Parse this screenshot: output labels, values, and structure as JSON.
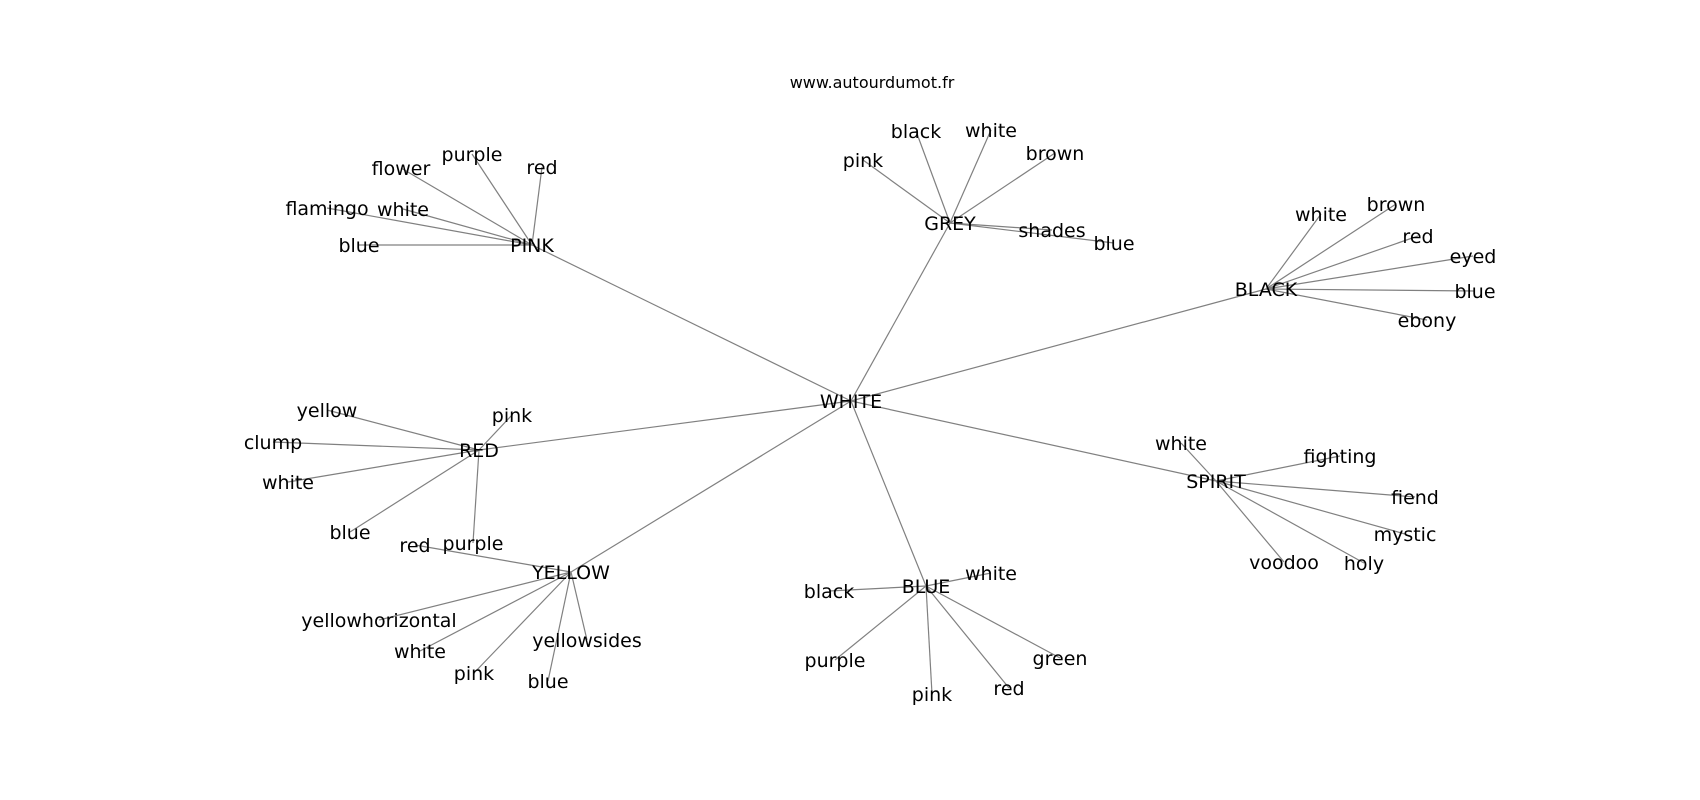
{
  "site_label": "www.autourdumot.fr",
  "colors": {
    "edge": "#808080",
    "text": "#000000",
    "background": "#ffffff"
  },
  "center": {
    "word": "WHITE"
  },
  "clusters": [
    {
      "word": "PINK",
      "leaves": [
        "flower",
        "purple",
        "red",
        "flamingo",
        "white",
        "blue"
      ]
    },
    {
      "word": "GREY",
      "leaves": [
        "black",
        "white",
        "brown",
        "pink",
        "shades",
        "blue"
      ]
    },
    {
      "word": "BLACK",
      "leaves": [
        "white",
        "brown",
        "red",
        "eyed",
        "blue",
        "ebony"
      ]
    },
    {
      "word": "RED",
      "leaves": [
        "yellow",
        "pink",
        "clump",
        "white",
        "blue",
        "purple"
      ]
    },
    {
      "word": "SPIRIT",
      "leaves": [
        "white",
        "fighting",
        "fiend",
        "mystic",
        "holy",
        "voodoo"
      ]
    },
    {
      "word": "YELLOW",
      "leaves": [
        "red",
        "yellowhorizontal",
        "white",
        "pink",
        "blue",
        "yellowsides"
      ]
    },
    {
      "word": "BLUE",
      "leaves": [
        "black",
        "white",
        "purple",
        "pink",
        "red",
        "green"
      ]
    }
  ]
}
